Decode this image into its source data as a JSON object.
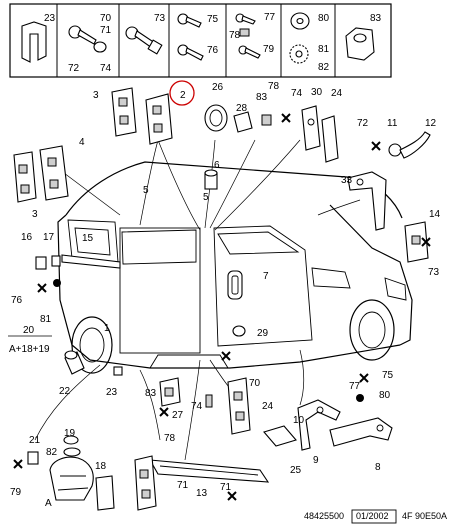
{
  "title": "",
  "accent_color": "#cc0000",
  "top_row_labels": [
    "23",
    "70",
    "71",
    "72",
    "74",
    "73",
    "75",
    "76",
    "77",
    "78",
    "79",
    "80",
    "81",
    "82",
    "83"
  ],
  "callouts": [
    {
      "id": "c2",
      "text": "2"
    },
    {
      "id": "c3a",
      "text": "3"
    },
    {
      "id": "c26",
      "text": "26"
    },
    {
      "id": "c78a",
      "text": "78"
    },
    {
      "id": "c83a",
      "text": "83"
    },
    {
      "id": "c74a",
      "text": "74"
    },
    {
      "id": "c30",
      "text": "30"
    },
    {
      "id": "c24a",
      "text": "24"
    },
    {
      "id": "c28",
      "text": "28"
    },
    {
      "id": "c72",
      "text": "72"
    },
    {
      "id": "c11",
      "text": "11"
    },
    {
      "id": "c12",
      "text": "12"
    },
    {
      "id": "c4",
      "text": "4"
    },
    {
      "id": "c6",
      "text": "6"
    },
    {
      "id": "c5a",
      "text": "5"
    },
    {
      "id": "c5b",
      "text": "5"
    },
    {
      "id": "c33",
      "text": "33"
    },
    {
      "id": "c3b",
      "text": "3"
    },
    {
      "id": "c14",
      "text": "14"
    },
    {
      "id": "c73",
      "text": "73"
    },
    {
      "id": "c16",
      "text": "16"
    },
    {
      "id": "c17",
      "text": "17"
    },
    {
      "id": "c15",
      "text": "15"
    },
    {
      "id": "c7",
      "text": "7"
    },
    {
      "id": "c76",
      "text": "76"
    },
    {
      "id": "c81",
      "text": "81"
    },
    {
      "id": "c20",
      "text": "20"
    },
    {
      "id": "c1",
      "text": "1"
    },
    {
      "id": "c29",
      "text": "29"
    },
    {
      "id": "c22",
      "text": "22"
    },
    {
      "id": "c23",
      "text": "23"
    },
    {
      "id": "c70",
      "text": "70"
    },
    {
      "id": "c83b",
      "text": "83"
    },
    {
      "id": "c27",
      "text": "27"
    },
    {
      "id": "c74b",
      "text": "74"
    },
    {
      "id": "c24b",
      "text": "24"
    },
    {
      "id": "c78b",
      "text": "78"
    },
    {
      "id": "c77",
      "text": "77"
    },
    {
      "id": "c75",
      "text": "75"
    },
    {
      "id": "c80",
      "text": "80"
    },
    {
      "id": "c10",
      "text": "10"
    },
    {
      "id": "c9",
      "text": "9"
    },
    {
      "id": "c25",
      "text": "25"
    },
    {
      "id": "c8",
      "text": "8"
    },
    {
      "id": "c21",
      "text": "21"
    },
    {
      "id": "c19",
      "text": "19"
    },
    {
      "id": "c82",
      "text": "82"
    },
    {
      "id": "c79",
      "text": "79"
    },
    {
      "id": "c18",
      "text": "18"
    },
    {
      "id": "c13",
      "text": "13"
    },
    {
      "id": "c71a",
      "text": "71"
    },
    {
      "id": "c71b",
      "text": "71"
    }
  ],
  "formula": "A+18+19",
  "letter_a": "A",
  "footer": {
    "part_number": "48425500",
    "date": "01/2002",
    "code": "4F 90E50A"
  }
}
